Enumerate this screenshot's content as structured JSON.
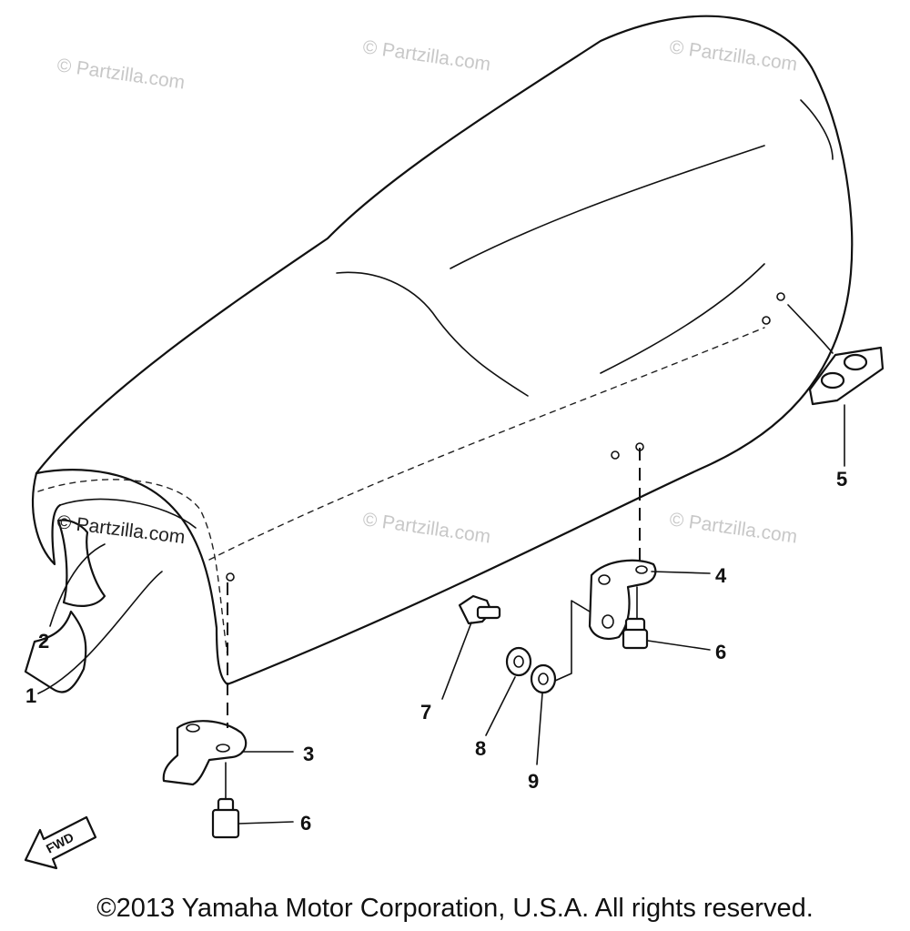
{
  "watermarks": [
    "© Partzilla.com",
    "© Partzilla.com",
    "© Partzilla.com",
    "© Partzilla.com",
    "© Partzilla.com",
    "© Partzilla.com"
  ],
  "callouts": {
    "c1": "1",
    "c2": "2",
    "c3": "3",
    "c4": "4",
    "c5": "5",
    "c6a": "6",
    "c6b": "6",
    "c7": "7",
    "c8": "8",
    "c9": "9"
  },
  "fwd_label": "FWD",
  "copyright": "©2013 Yamaha Motor Corporation, U.S.A. All rights reserved."
}
